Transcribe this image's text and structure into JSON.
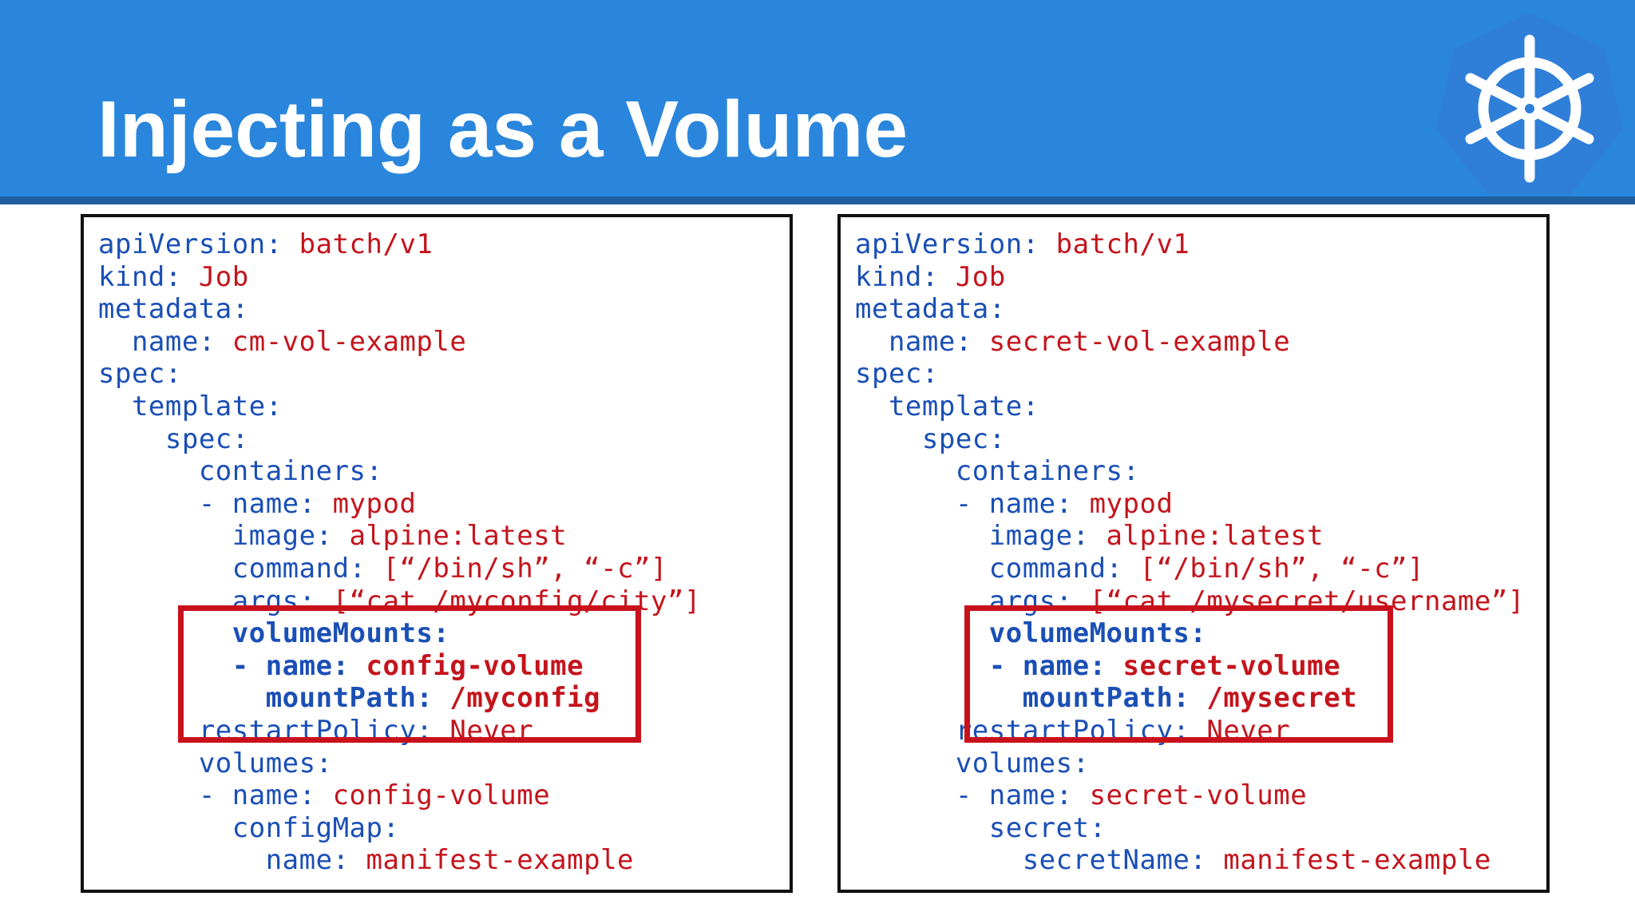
{
  "slide": {
    "title": "Injecting as a Volume",
    "logo_icon": "kubernetes-helm-icon",
    "colors": {
      "header": "#2a86dc",
      "key": "#1a4fb5",
      "value": "#c4141c",
      "highlight": "#c8111b"
    }
  },
  "left": {
    "lines": [
      {
        "k": "apiVersion: ",
        "v": "batch/v1"
      },
      {
        "k": "kind: ",
        "v": "Job"
      },
      {
        "k": "metadata:",
        "v": ""
      },
      {
        "k": "  name: ",
        "v": "cm-vol-example"
      },
      {
        "k": "spec:",
        "v": ""
      },
      {
        "k": "  template:",
        "v": ""
      },
      {
        "k": "    spec:",
        "v": ""
      },
      {
        "k": "      containers:",
        "v": ""
      },
      {
        "k": "      - name: ",
        "v": "mypod"
      },
      {
        "k": "        image: ",
        "v": "alpine:latest"
      },
      {
        "k": "        command: ",
        "v": "[“/bin/sh”, “-c”]"
      },
      {
        "k": "        args: ",
        "v": "[“cat /myconfig/city”]"
      },
      {
        "k": "        volumeMounts:",
        "v": ""
      },
      {
        "k": "        - name: ",
        "v": "config-volume"
      },
      {
        "k": "          mountPath: ",
        "v": "/myconfig"
      },
      {
        "k": "      restartPolicy: ",
        "v": "Never"
      },
      {
        "k": "      volumes:",
        "v": ""
      },
      {
        "k": "      - name: ",
        "v": "config-volume"
      },
      {
        "k": "        configMap:",
        "v": ""
      },
      {
        "k": "          name: ",
        "v": "manifest-example"
      }
    ]
  },
  "right": {
    "lines": [
      {
        "k": "apiVersion: ",
        "v": "batch/v1"
      },
      {
        "k": "kind: ",
        "v": "Job"
      },
      {
        "k": "metadata:",
        "v": ""
      },
      {
        "k": "  name: ",
        "v": "secret-vol-example"
      },
      {
        "k": "spec:",
        "v": ""
      },
      {
        "k": "  template:",
        "v": ""
      },
      {
        "k": "    spec:",
        "v": ""
      },
      {
        "k": "      containers:",
        "v": ""
      },
      {
        "k": "      - name: ",
        "v": "mypod"
      },
      {
        "k": "        image: ",
        "v": "alpine:latest"
      },
      {
        "k": "        command: ",
        "v": "[“/bin/sh”, “-c”]"
      },
      {
        "k": "        args: ",
        "v": "[“cat /mysecret/username”]"
      },
      {
        "k": "        volumeMounts:",
        "v": ""
      },
      {
        "k": "        - name: ",
        "v": "secret-volume"
      },
      {
        "k": "          mountPath: ",
        "v": "/mysecret"
      },
      {
        "k": "      restartPolicy: ",
        "v": "Never"
      },
      {
        "k": "      volumes:",
        "v": ""
      },
      {
        "k": "      - name: ",
        "v": "secret-volume"
      },
      {
        "k": "        secret:",
        "v": ""
      },
      {
        "k": "          secretName: ",
        "v": "manifest-example"
      }
    ]
  }
}
